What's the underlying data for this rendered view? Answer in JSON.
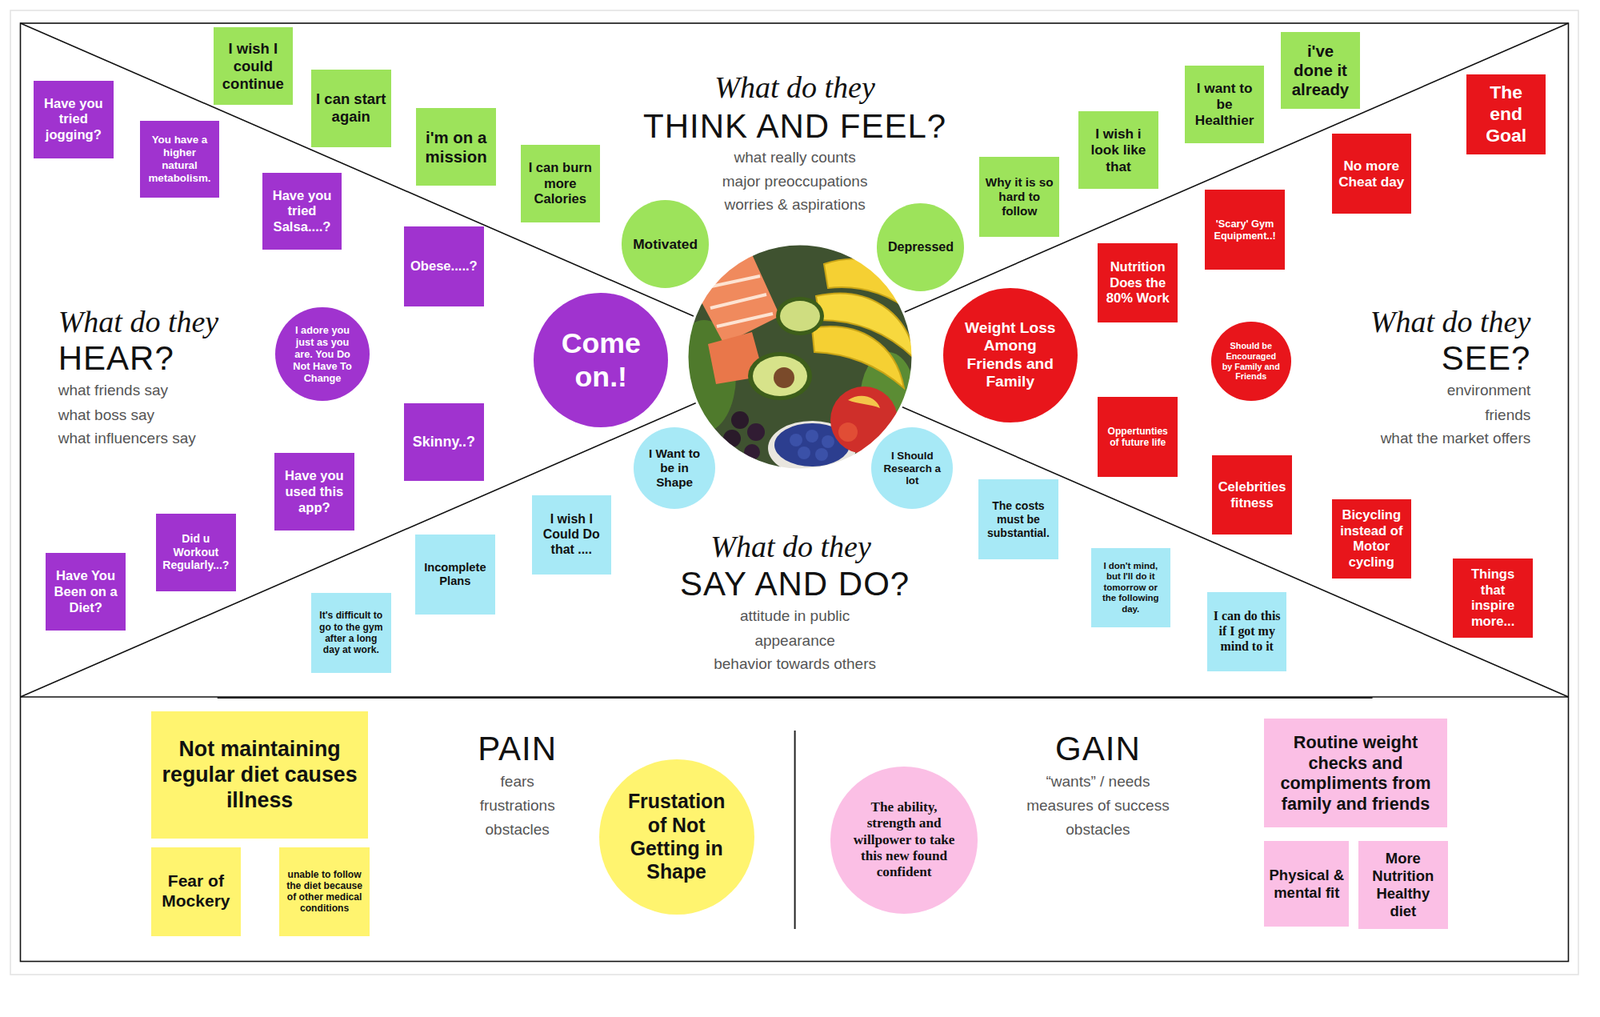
{
  "diagram": {
    "nodes": [
      {
        "text": [
          "I wish I could continue"
        ]
      },
      {
        "text": [
          "I can start again"
        ]
      },
      {
        "text": [
          "i'm on a mission"
        ]
      },
      {
        "text": [
          "I can burn more Calories"
        ]
      },
      {
        "text": [
          "Motivated"
        ]
      },
      {
        "text": [
          "Depressed"
        ]
      },
      {
        "text": [
          "Why it is so hard to follow"
        ]
      },
      {
        "text": [
          "I wish i look like that"
        ]
      },
      {
        "text": [
          "I want to be Healthier"
        ]
      },
      {
        "text": [
          "i've done it already"
        ]
      },
      {
        "text": [
          "Have you tried jogging?"
        ]
      },
      {
        "text": [
          "You have a higher natural metabolism."
        ]
      },
      {
        "text": [
          "Have you tried Salsa....?"
        ]
      },
      {
        "text": [
          "Obese.....?"
        ]
      },
      {
        "text": [
          "I adore you just as you are. You Do Not Have To Change"
        ]
      },
      {
        "text": [
          "Come on.!"
        ]
      },
      {
        "text": [
          "Skinny..?"
        ]
      },
      {
        "text": [
          "Have you used this app?"
        ]
      },
      {
        "text": [
          "Did u Workout Regularly...?"
        ]
      },
      {
        "text": [
          "Have You Been on a Diet?"
        ]
      },
      {
        "text": [
          "The end Goal"
        ]
      },
      {
        "text": [
          "No more Cheat day"
        ]
      },
      {
        "text": [
          "'Scary' Gym Equipment..!"
        ]
      },
      {
        "text": [
          "Nutrition Does the 80% Work"
        ]
      },
      {
        "text": [
          "Weight Loss Among Friends and Family"
        ]
      },
      {
        "text": [
          "Should be Encouraged by Family and Friends"
        ]
      },
      {
        "text": [
          "Oppertunties of future life"
        ]
      },
      {
        "text": [
          "Celebrities fitness"
        ]
      },
      {
        "text": [
          "Bicycling instead of Motor cycling"
        ]
      },
      {
        "text": [
          "Things that inspire more..."
        ]
      },
      {
        "text": [
          "I Want to be in Shape"
        ]
      },
      {
        "text": [
          "I Should Research a lot"
        ]
      },
      {
        "text": [
          "The costs must be substantial."
        ]
      },
      {
        "text": [
          "I wish I Could Do that ...."
        ]
      },
      {
        "text": [
          "Incomplete Plans"
        ]
      },
      {
        "text": [
          "It's difficult to go to the gym after a long day at work."
        ]
      },
      {
        "text": [
          "I don't mind, but I'll do it tomorrow or the following day."
        ]
      },
      {
        "text": [
          "I can do this if I got my mind to it"
        ]
      },
      {
        "text": [
          "Not maintaining regular diet causes illness"
        ]
      },
      {
        "text": [
          "Fear of Mockery"
        ]
      },
      {
        "text": [
          "unable to follow the diet because of other medical conditions"
        ]
      },
      {
        "text": [
          "Frustation of Not Getting in Shape"
        ]
      },
      {
        "text": [
          "The ability, strength and willpower to take this new found confident"
        ]
      },
      {
        "text": [
          "Routine weight checks and compliments from family and friends"
        ]
      },
      {
        "text": [
          "Physical & mental fit"
        ]
      },
      {
        "text": [
          "More Nutrition Healthy diet"
        ]
      }
    ],
    "labels": [
      "What do they",
      "THINK AND FEEL?",
      "what really counts",
      "major preoccupations",
      "worries & aspirations",
      "What do they",
      "HEAR?",
      "what friends say",
      "what boss say",
      "what influencers say",
      "What do they",
      "SEE?",
      "environment",
      "friends",
      "what the market offers",
      "What do they",
      "SAY AND DO?",
      "attitude in public",
      "appearance",
      "behavior towards others",
      "PAIN",
      "fears",
      "frustrations",
      "obstacles",
      "GAIN",
      "“wants” / needs",
      "measures of success",
      "obstacles"
    ]
  }
}
